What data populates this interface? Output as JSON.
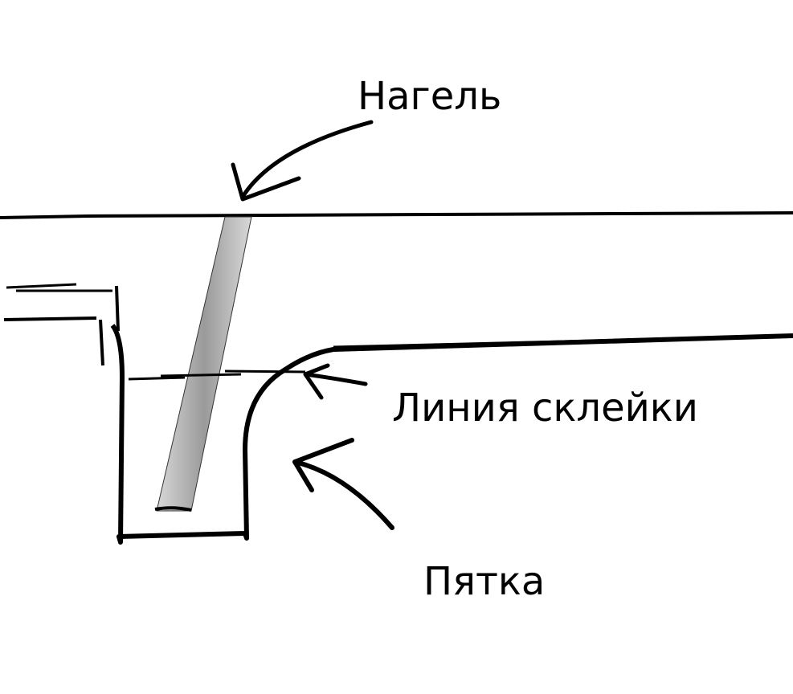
{
  "labels": {
    "dowel": "Нагель",
    "glue_line": "Линия склейки",
    "heel": "Пятка"
  },
  "colors": {
    "ink": "#000000",
    "dowel_fill": "#b8b8b8"
  }
}
